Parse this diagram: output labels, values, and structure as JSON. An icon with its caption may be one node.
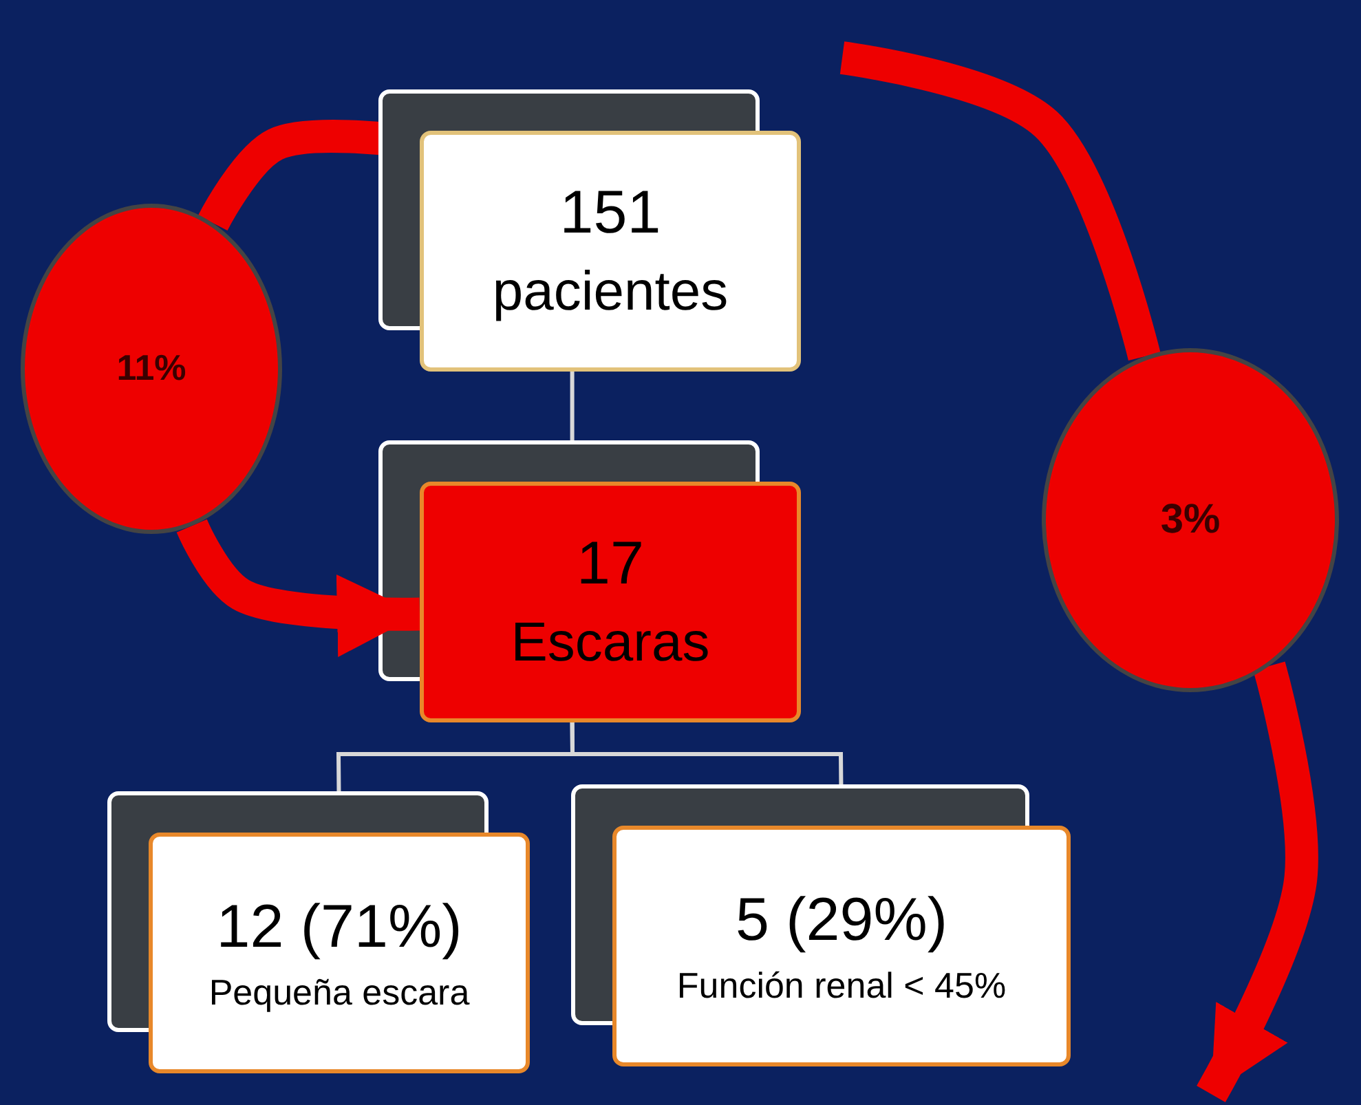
{
  "diagram": {
    "nodes": [
      {
        "text": [
          "151",
          "pacientes"
        ]
      },
      {
        "text": [
          "17",
          "Escaras"
        ]
      },
      {
        "text": [
          "12 (71%)",
          "Pequeña escara"
        ]
      },
      {
        "text": [
          "5 (29%)",
          "Función renal < 45%"
        ]
      },
      {
        "text": [
          "11%"
        ]
      },
      {
        "text": [
          "3%"
        ]
      }
    ],
    "edges": [
      {
        "from": 0,
        "to": 1,
        "arrow": "none",
        "color": "#d8d8d8"
      },
      {
        "from": 1,
        "to": 2,
        "arrow": "none",
        "color": "#d8d8d8"
      },
      {
        "from": 1,
        "to": 3,
        "arrow": "none",
        "color": "#d8d8d8"
      },
      {
        "from": 0,
        "to": 4,
        "arrow": "none"
      },
      {
        "from": 4,
        "to": 1,
        "arrow": "to"
      },
      {
        "from": null,
        "to": 5,
        "arrow": "none"
      },
      {
        "from": 5,
        "to": null,
        "arrow": "to"
      }
    ]
  }
}
